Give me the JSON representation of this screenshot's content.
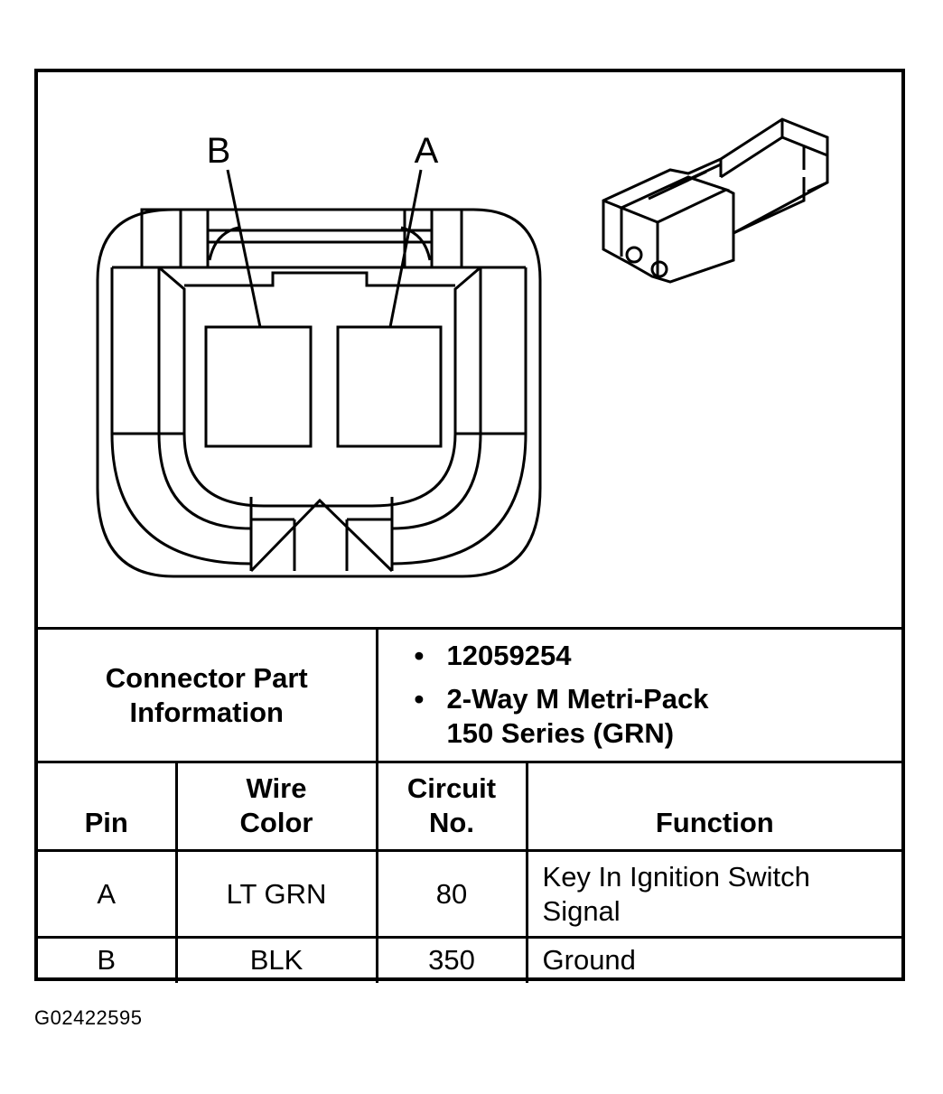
{
  "diagram": {
    "terminal_labels": [
      "B",
      "A"
    ]
  },
  "connector_info": {
    "label": "Connector Part Information",
    "label_line1": "Connector Part",
    "label_line2": "Information",
    "parts": [
      {
        "bullet": "•",
        "text": "12059254"
      },
      {
        "bullet": "•",
        "text": "2-Way M Metri-Pack 150 Series (GRN)",
        "line1": "2-Way M Metri-Pack",
        "line2": "150 Series (GRN)"
      }
    ]
  },
  "table": {
    "headers": {
      "pin": "Pin",
      "wire_color_line1": "Wire",
      "wire_color_line2": "Color",
      "circuit_line1": "Circuit",
      "circuit_line2": "No.",
      "function": "Function"
    },
    "rows": [
      {
        "pin": "A",
        "wire_color": "LT GRN",
        "circuit": "80",
        "function_line1": "Key In Ignition Switch",
        "function_line2": "Signal"
      },
      {
        "pin": "B",
        "wire_color": "BLK",
        "circuit": "350",
        "function_line1": "Ground",
        "function_line2": ""
      }
    ]
  },
  "figure_code": "G02422595"
}
